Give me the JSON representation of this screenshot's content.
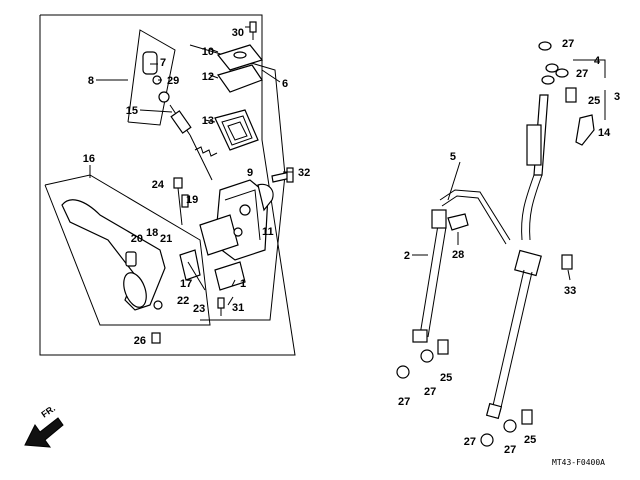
{
  "diagram": {
    "part_code": "MT43-F0400A",
    "direction": {
      "text": "FR.",
      "icon": "front-direction-arrow-icon"
    },
    "callouts": {
      "c1": "1",
      "c2": "2",
      "c3": "3",
      "c4": "4",
      "c5": "5",
      "c6": "6",
      "c7": "7",
      "c8": "8",
      "c9": "9",
      "c10": "10",
      "c11": "11",
      "c12": "12",
      "c13": "13",
      "c14": "14",
      "c15": "15",
      "c16": "16",
      "c17": "17",
      "c18": "18",
      "c19": "19",
      "c20": "20",
      "c21": "21",
      "c22": "22",
      "c23": "23",
      "c24": "24",
      "c25": "25",
      "c26": "26",
      "c27": "27",
      "c28": "28",
      "c29": "29",
      "c30": "30",
      "c31": "31",
      "c32": "32",
      "c33": "33"
    }
  }
}
